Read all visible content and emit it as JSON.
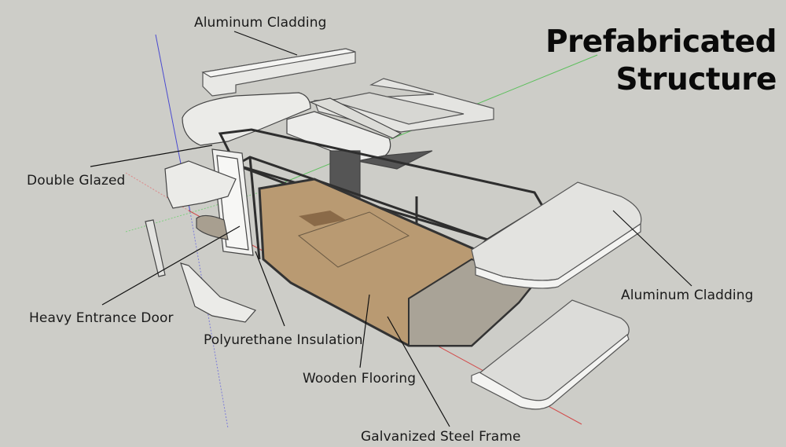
{
  "title": {
    "line1": "Prefabricated",
    "line2": "Structure"
  },
  "labels": {
    "roof_cladding": "Aluminum Cladding",
    "double_glazed": "Double Glazed",
    "entrance_door": "Heavy Entrance Door",
    "insulation": "Polyurethane Insulation",
    "flooring": "Wooden Flooring",
    "steel_frame": "Galvanized Steel Frame",
    "side_cladding": "Aluminum Cladding"
  },
  "colors": {
    "background": "#cdcdc8",
    "axis_red": "#d24a4a",
    "axis_green": "#5cbf5c",
    "axis_blue": "#4a4ad0",
    "panel": "#e9e9e6",
    "frame": "#3a3a3a",
    "floor_wood": "#b99a72",
    "floor_grey": "#a9a397"
  }
}
